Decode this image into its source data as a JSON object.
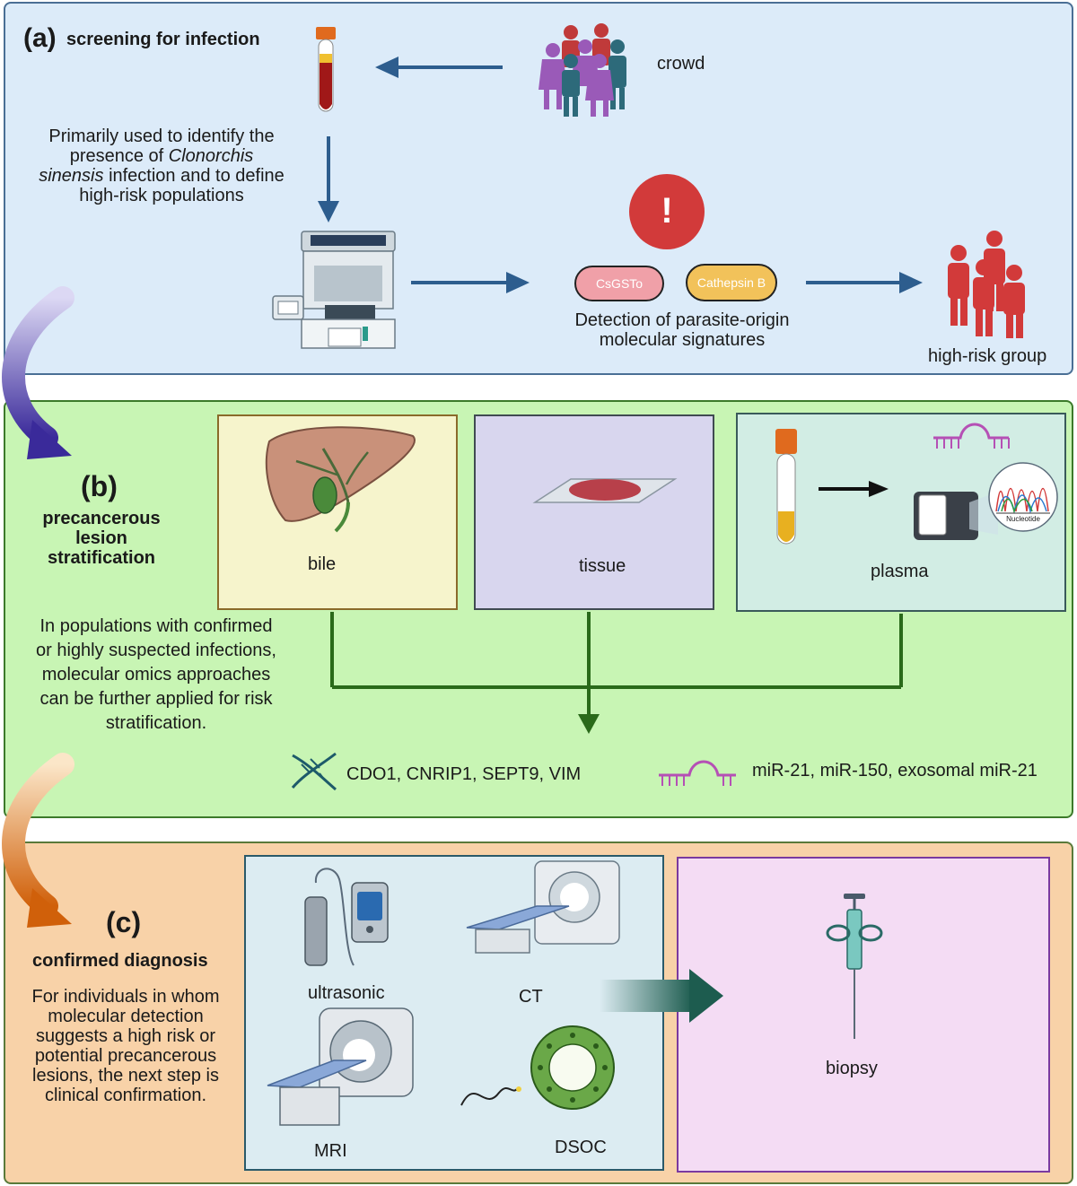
{
  "panel_a": {
    "label": "(a)",
    "title": "screening for infection",
    "description_1": "Primarily used to identify the",
    "description_2": "presence of",
    "description_species_1": "Clonorchis",
    "description_species_2": "sinensis",
    "description_3": "infection and to define",
    "description_4": "high-risk populations",
    "crowd_label": "crowd",
    "marker_1": "CsGSTo",
    "marker_2": "Cathepsin B",
    "detection_line_1": "Detection of parasite-origin",
    "detection_line_2": "molecular signatures",
    "alert_symbol": "!",
    "high_risk_label": "high-risk group"
  },
  "panel_b": {
    "label": "(b)",
    "title_line_1": "precancerous",
    "title_line_2": "lesion",
    "title_line_3": "stratification",
    "description": [
      "In populations with confirmed",
      "or highly suspected infections,",
      "molecular omics approaches",
      "can be further applied for risk",
      "stratification."
    ],
    "sample_bile": "bile",
    "sample_tissue": "tissue",
    "sample_plasma": "plasma",
    "sequencer_label": "Nucleotide",
    "dna_markers": "CDO1, CNRIP1, SEPT9, VIM",
    "mirna_markers": "miR-21, miR-150, exosomal miR-21"
  },
  "panel_c": {
    "label": "(c)",
    "title": "confirmed diagnosis",
    "description": [
      "For individuals in whom",
      "molecular detection",
      "suggests a high risk or",
      "potential precancerous",
      "lesions, the next step is",
      "clinical confirmation."
    ],
    "modality_ultrasonic": "ultrasonic",
    "modality_ct": "CT",
    "modality_mri": "MRI",
    "modality_dsoc": "DSOC",
    "biopsy_label": "biopsy"
  },
  "colors": {
    "panel_a_bg": "#dcebf9",
    "panel_b_bg": "#c8f5b4",
    "panel_c_bg": "#f8d2a8",
    "arrow_blue": "#2d5d8e",
    "arrow_green": "#2a6a1a",
    "arrow_teal": "#1d5c4f",
    "alert_red": "#d23a3a",
    "people_red": "#d23a3a",
    "mirna_purple": "#b550b5"
  }
}
